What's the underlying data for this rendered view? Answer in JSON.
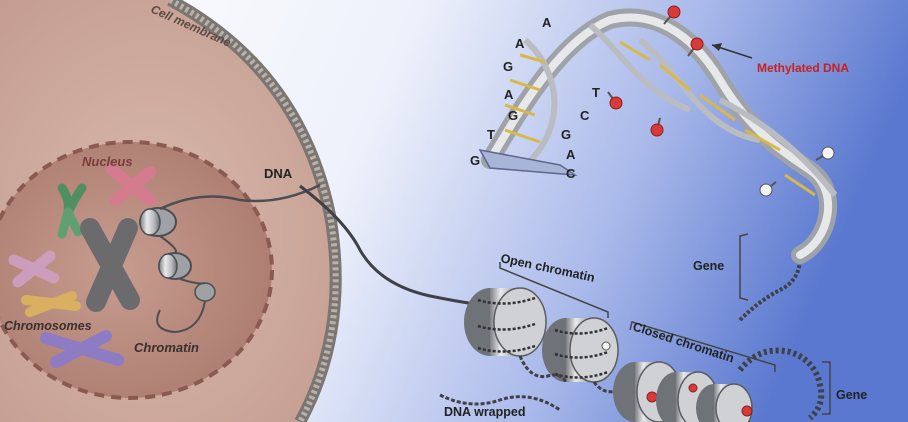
{
  "labels": {
    "cell_membrane": "Cell membrane",
    "nucleus": "Nucleus",
    "chromosomes": "Chromosomes",
    "chromatin": "Chromatin",
    "dna": "DNA",
    "methylated_dna": "Methylated DNA",
    "open_chromatin": "Open chromatin",
    "closed_chromatin": "Closed chromatin",
    "gene_upper": "Gene",
    "gene_lower": "Gene",
    "dna_wrapped": "DNA wrapped"
  },
  "bases": {
    "left": [
      "A",
      "A",
      "G",
      "A",
      "G",
      "T",
      "G"
    ],
    "right": [
      "C",
      "T",
      "C",
      "G",
      "A",
      "C"
    ]
  },
  "colors": {
    "cytoplasm": "#c9a69a",
    "nucleus": "#b98b7f",
    "membrane": "#8f8a86",
    "background_right": "#5f7ed0",
    "methyl_marker": "#d83a3a"
  }
}
